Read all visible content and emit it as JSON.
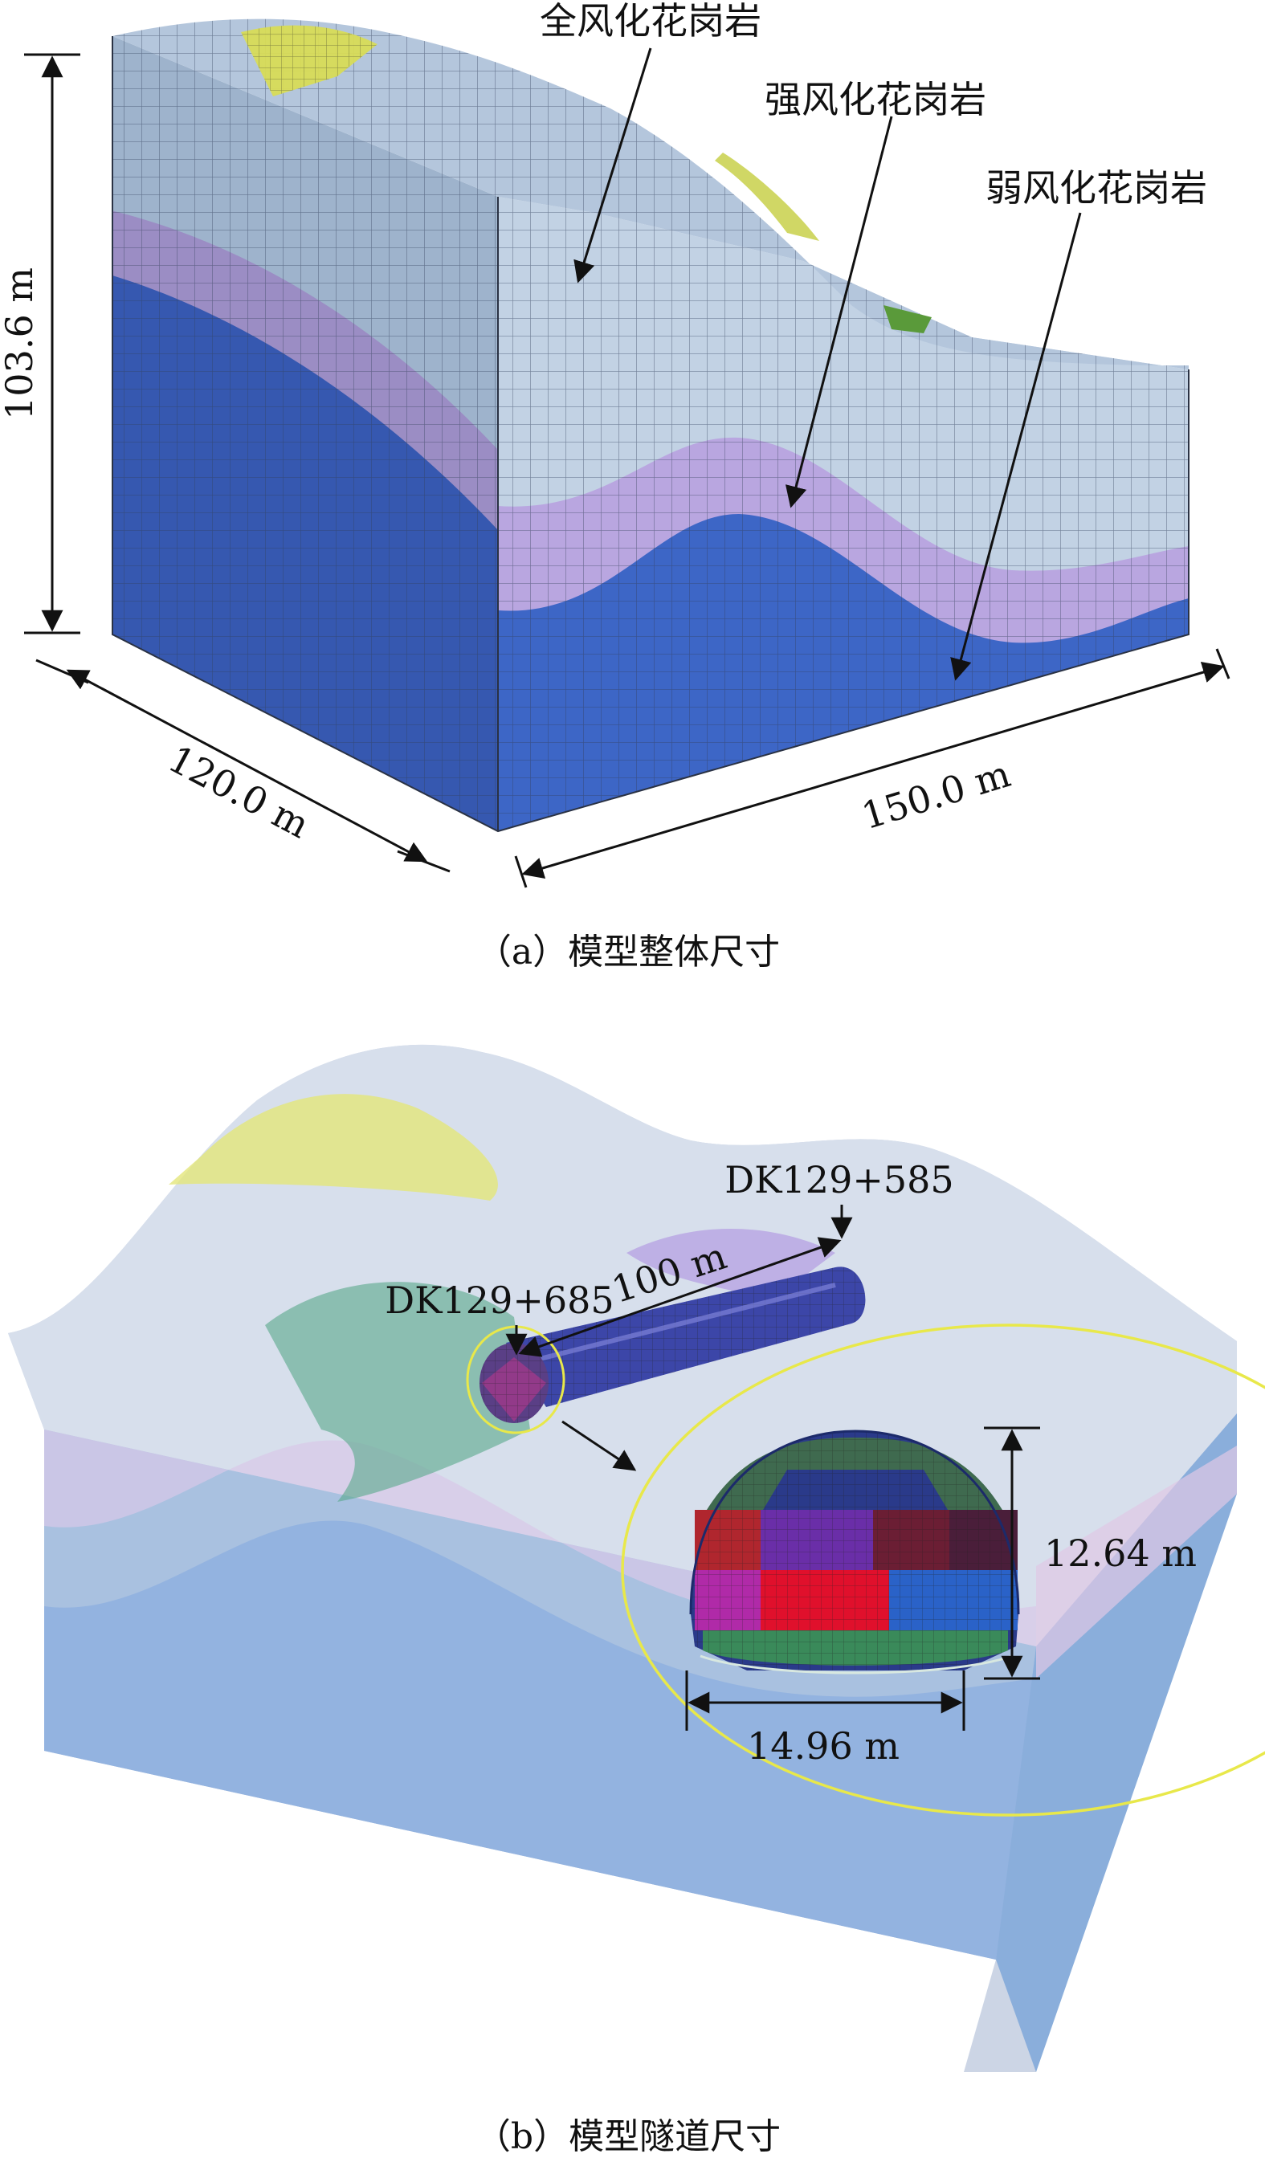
{
  "panel_a": {
    "labels": {
      "completely_weathered": "全风化花岗岩",
      "strongly_weathered": "强风化花岗岩",
      "weakly_weathered": "弱风化花岗岩"
    },
    "dimensions": {
      "height": "103.6 m",
      "depth": "120.0 m",
      "width": "150.0 m"
    },
    "caption": "（a）模型整体尺寸"
  },
  "panel_b": {
    "stations": {
      "start": "DK129+585",
      "end": "DK129+685"
    },
    "tunnel_length": "100 m",
    "section_height": "12.64 m",
    "section_width": "14.96 m",
    "caption": "（b）模型隧道尺寸"
  },
  "colors": {
    "completely_weathered": "#b8c9dc",
    "strongly_weathered": "#b39fd8",
    "weakly_weathered": "#3a62c0",
    "surface_layer": "#d6de5a",
    "callout_ring": "#e8e84a"
  }
}
